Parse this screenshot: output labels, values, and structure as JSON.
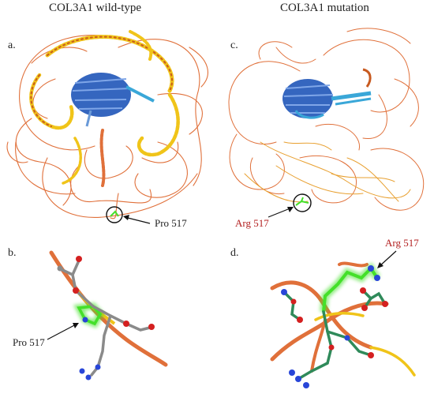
{
  "titles": {
    "left": "COL3A1 wild-type",
    "right": "COL3A1 mutation"
  },
  "panels": {
    "a": "a.",
    "b": "b.",
    "c": "c.",
    "d": "d."
  },
  "callouts": {
    "a_label": "Pro 517",
    "b_label": "Pro 517",
    "c_label": "Arg 517",
    "d_label": "Arg 517"
  },
  "colors": {
    "text": "#222222",
    "mutation_text": "#b32020",
    "coil": "#e0703a",
    "helix_yellow": "#f0c419",
    "beta_blue": "#1f55b8",
    "helix_cyan": "#3aa7d8",
    "residue_green": "#44e02a",
    "carbon_grey": "#8a8a8a",
    "carbon_teal": "#2f8a5a",
    "oxygen": "#d42020",
    "nitrogen": "#2846d8"
  }
}
